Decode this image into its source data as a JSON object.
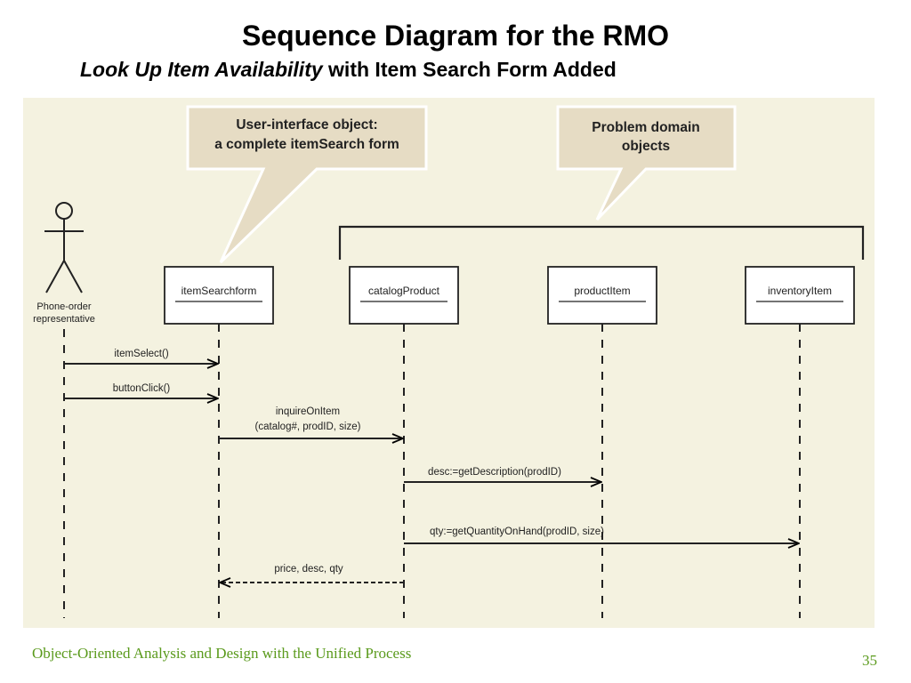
{
  "slide": {
    "title": "Sequence Diagram for the RMO",
    "subtitle_italic": "Look Up Item Availability",
    "subtitle_rest": " with Item Search Form Added"
  },
  "callouts": {
    "ui_object": [
      "User-interface object:",
      "a complete itemSearch form"
    ],
    "domain_objects": [
      "Problem domain",
      "objects"
    ]
  },
  "actor": {
    "label_line1": "Phone-order",
    "label_line2": "representative"
  },
  "lifelines": [
    {
      "name": "itemSearchform"
    },
    {
      "name": "catalogProduct"
    },
    {
      "name": "productItem"
    },
    {
      "name": "inventoryItem"
    }
  ],
  "messages": [
    {
      "lines": [
        "itemSelect()"
      ],
      "from": "actor",
      "to": "itemSearchform",
      "kind": "call"
    },
    {
      "lines": [
        "buttonClick()"
      ],
      "from": "actor",
      "to": "itemSearchform",
      "kind": "call"
    },
    {
      "lines": [
        "inquireOnItem",
        "(catalog#, prodID, size)"
      ],
      "from": "itemSearchform",
      "to": "catalogProduct",
      "kind": "call"
    },
    {
      "lines": [
        "desc:=getDescription(prodID)"
      ],
      "from": "catalogProduct",
      "to": "productItem",
      "kind": "call"
    },
    {
      "lines": [
        "qty:=getQuantityOnHand(prodID, size)"
      ],
      "from": "catalogProduct",
      "to": "inventoryItem",
      "kind": "call"
    },
    {
      "lines": [
        "price, desc, qty"
      ],
      "from": "catalogProduct",
      "to": "itemSearchform",
      "kind": "return"
    }
  ],
  "colors": {
    "panel_bg": "#f4f2e0",
    "callout_bg": "#e6dcc4",
    "footer": "#5a9a1c"
  },
  "footer": {
    "text": "Object-Oriented Analysis and Design with the Unified Process",
    "page_number": "35"
  }
}
